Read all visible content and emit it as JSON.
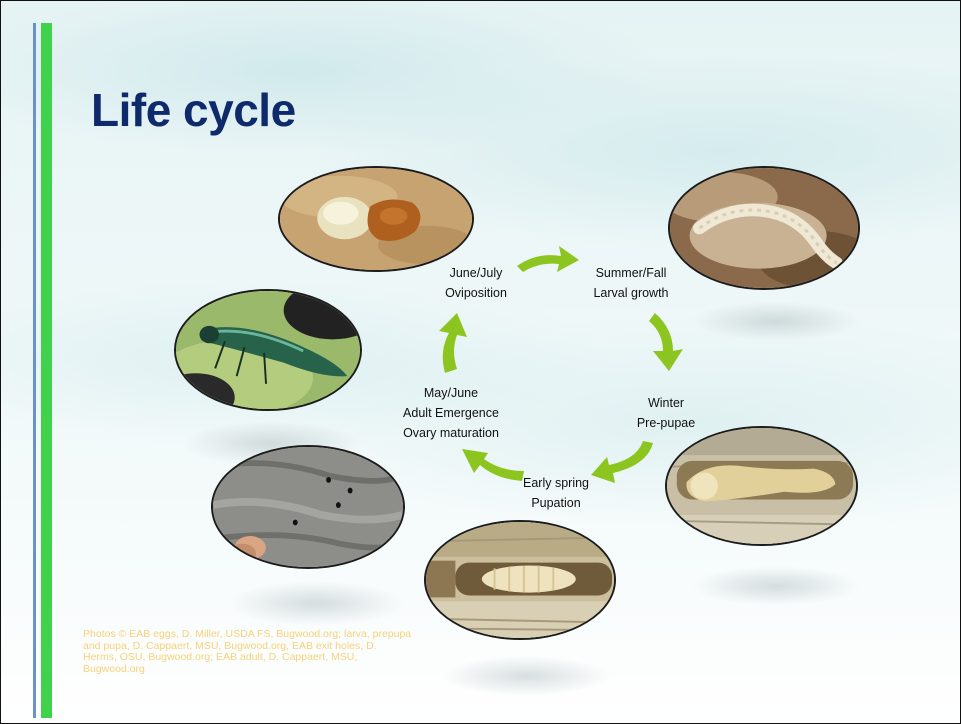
{
  "slide": {
    "title": "Life cycle",
    "stages": [
      {
        "lines": [
          "June/July",
          "Oviposition"
        ]
      },
      {
        "lines": [
          "Summer/Fall",
          "Larval growth"
        ]
      },
      {
        "lines": [
          "Winter",
          "Pre-pupae"
        ]
      },
      {
        "lines": [
          "Early spring",
          "Pupation"
        ]
      },
      {
        "lines": [
          "May/June",
          "Adult Emergence",
          "Ovary maturation"
        ]
      }
    ],
    "credits": "Photos © EAB eggs, D. Miller, USDA FS, Bugwood.org; larva, prepupa and pupa, D. Cappaert, MSU, Bugwood.org, EAB exit holes, D. Herms, OSU, Bugwood.org; EAB adult, D. Cappaert, MSU, Bugwood.org",
    "colors": {
      "title": "#0e2a6b",
      "accent_green": "#3fd24a",
      "accent_blue": "#6b93c8",
      "arrow": "#8cc520",
      "credits": "#f5d27a"
    }
  }
}
